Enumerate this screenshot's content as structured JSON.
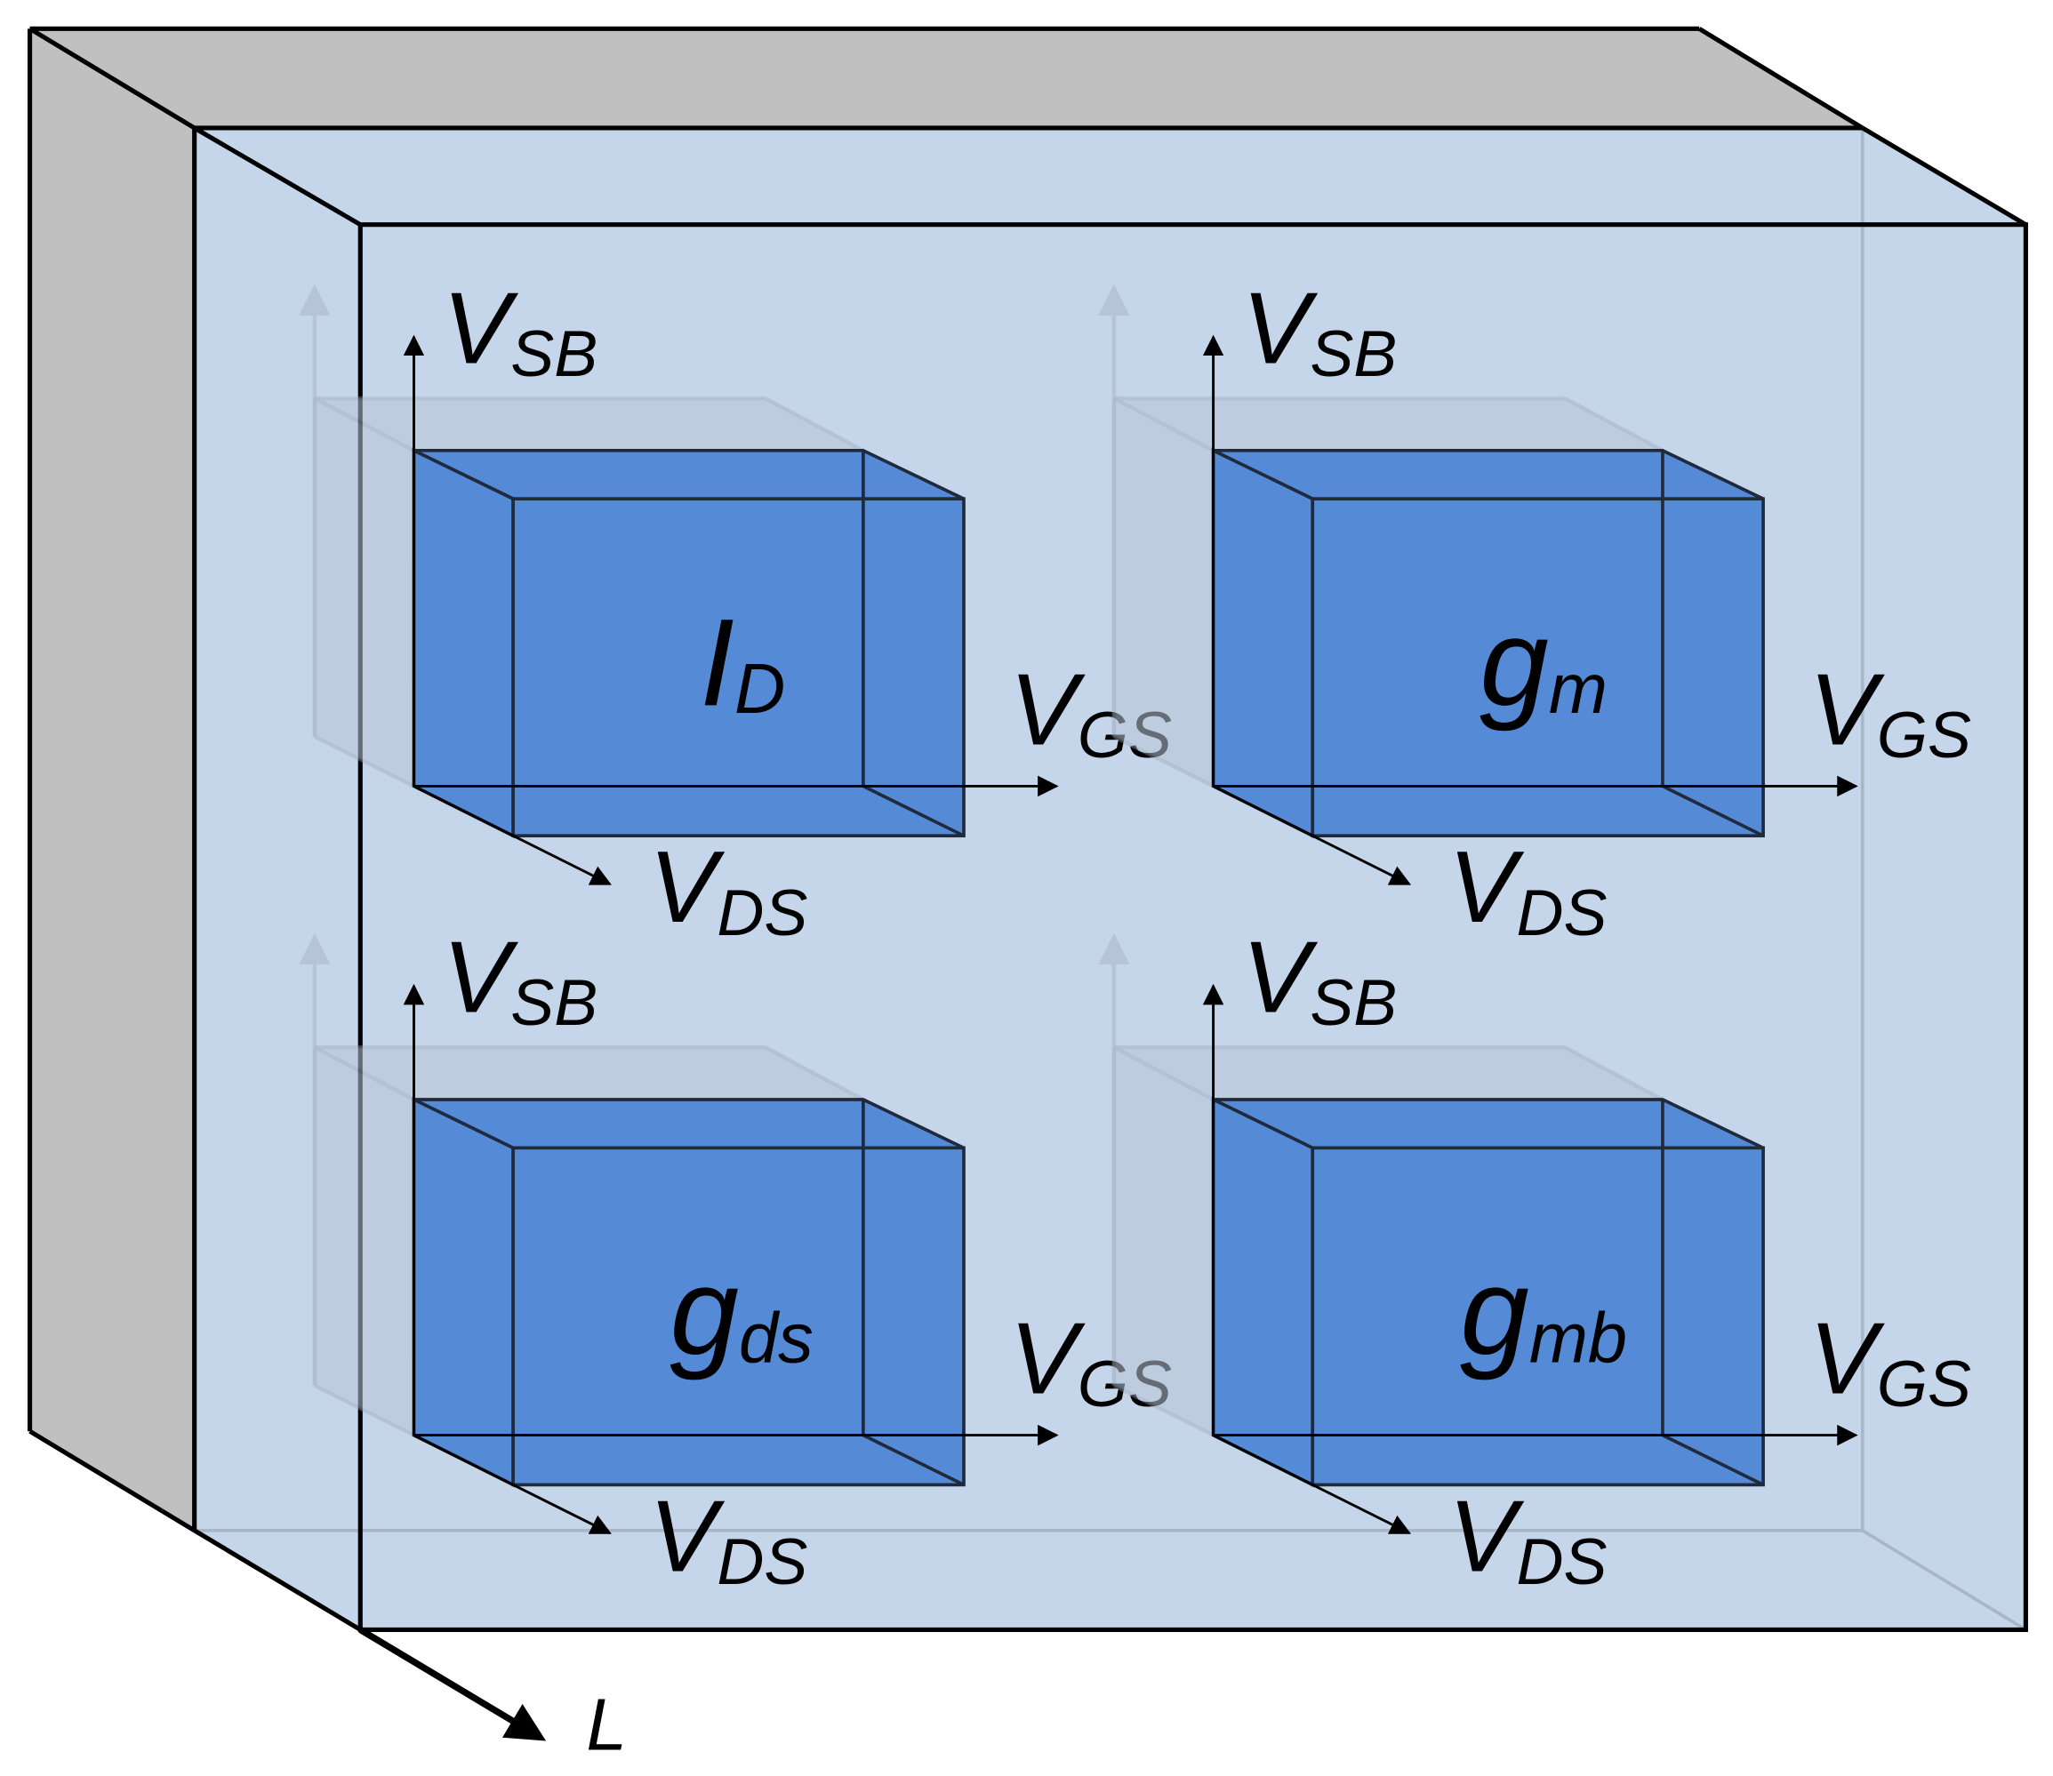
{
  "colors": {
    "back_slab_fill": "#c0c0c0",
    "container_fill": "#c5d5ea",
    "container_edge": "#a9b6c6",
    "box_fill": "#558ad6",
    "box_edge": "#1f2a3c",
    "ghost_fill": "#b8c5d6",
    "outline": "#000000"
  },
  "outer_axis": {
    "label": "L"
  },
  "axes": {
    "vertical": {
      "main": "V",
      "sub": "SB"
    },
    "horizontal": {
      "main": "V",
      "sub": "GS"
    },
    "depth": {
      "main": "V",
      "sub": "DS"
    }
  },
  "cubes": [
    {
      "id": "id",
      "symbol_main": "I",
      "symbol_sub": "D"
    },
    {
      "id": "gm",
      "symbol_main": "g",
      "symbol_sub": "m"
    },
    {
      "id": "gds",
      "symbol_main": "g",
      "symbol_sub": "ds"
    },
    {
      "id": "gmb",
      "symbol_main": "g",
      "symbol_sub": "mb"
    }
  ]
}
